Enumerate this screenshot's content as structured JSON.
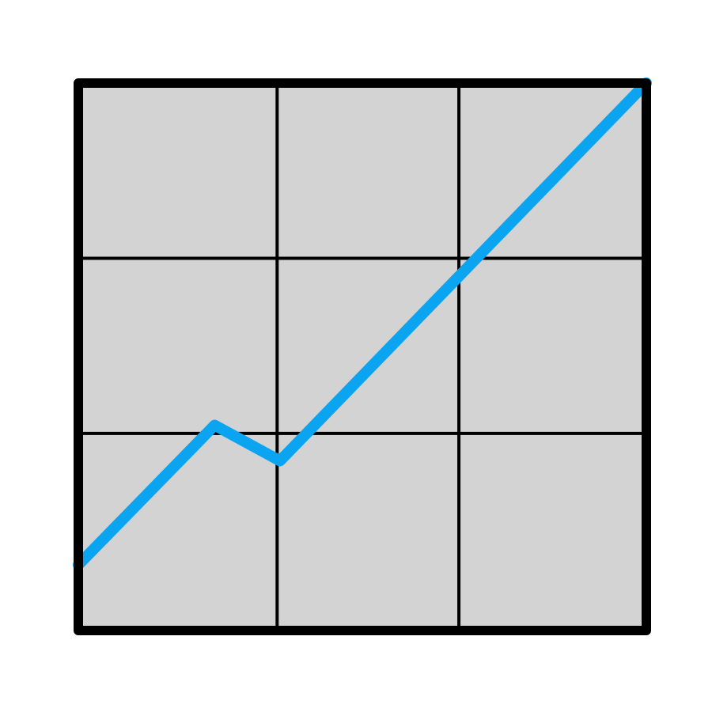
{
  "chart_data": {
    "type": "line",
    "title": "",
    "xlabel": "",
    "ylabel": "",
    "grid": true,
    "xlim": [
      0,
      1
    ],
    "ylim": [
      0,
      1
    ],
    "x_gridlines": [
      0.35,
      0.67
    ],
    "y_gridlines": [
      0.36,
      0.68
    ],
    "series": [
      {
        "x": [
          0.0,
          0.24,
          0.355,
          1.0
        ],
        "y": [
          0.12,
          0.375,
          0.31,
          1.0
        ]
      }
    ],
    "colors": {
      "plot_background": "#d3d3d3",
      "frame": "#000000",
      "grid": "#000000",
      "line": "#0ba4f1"
    }
  }
}
